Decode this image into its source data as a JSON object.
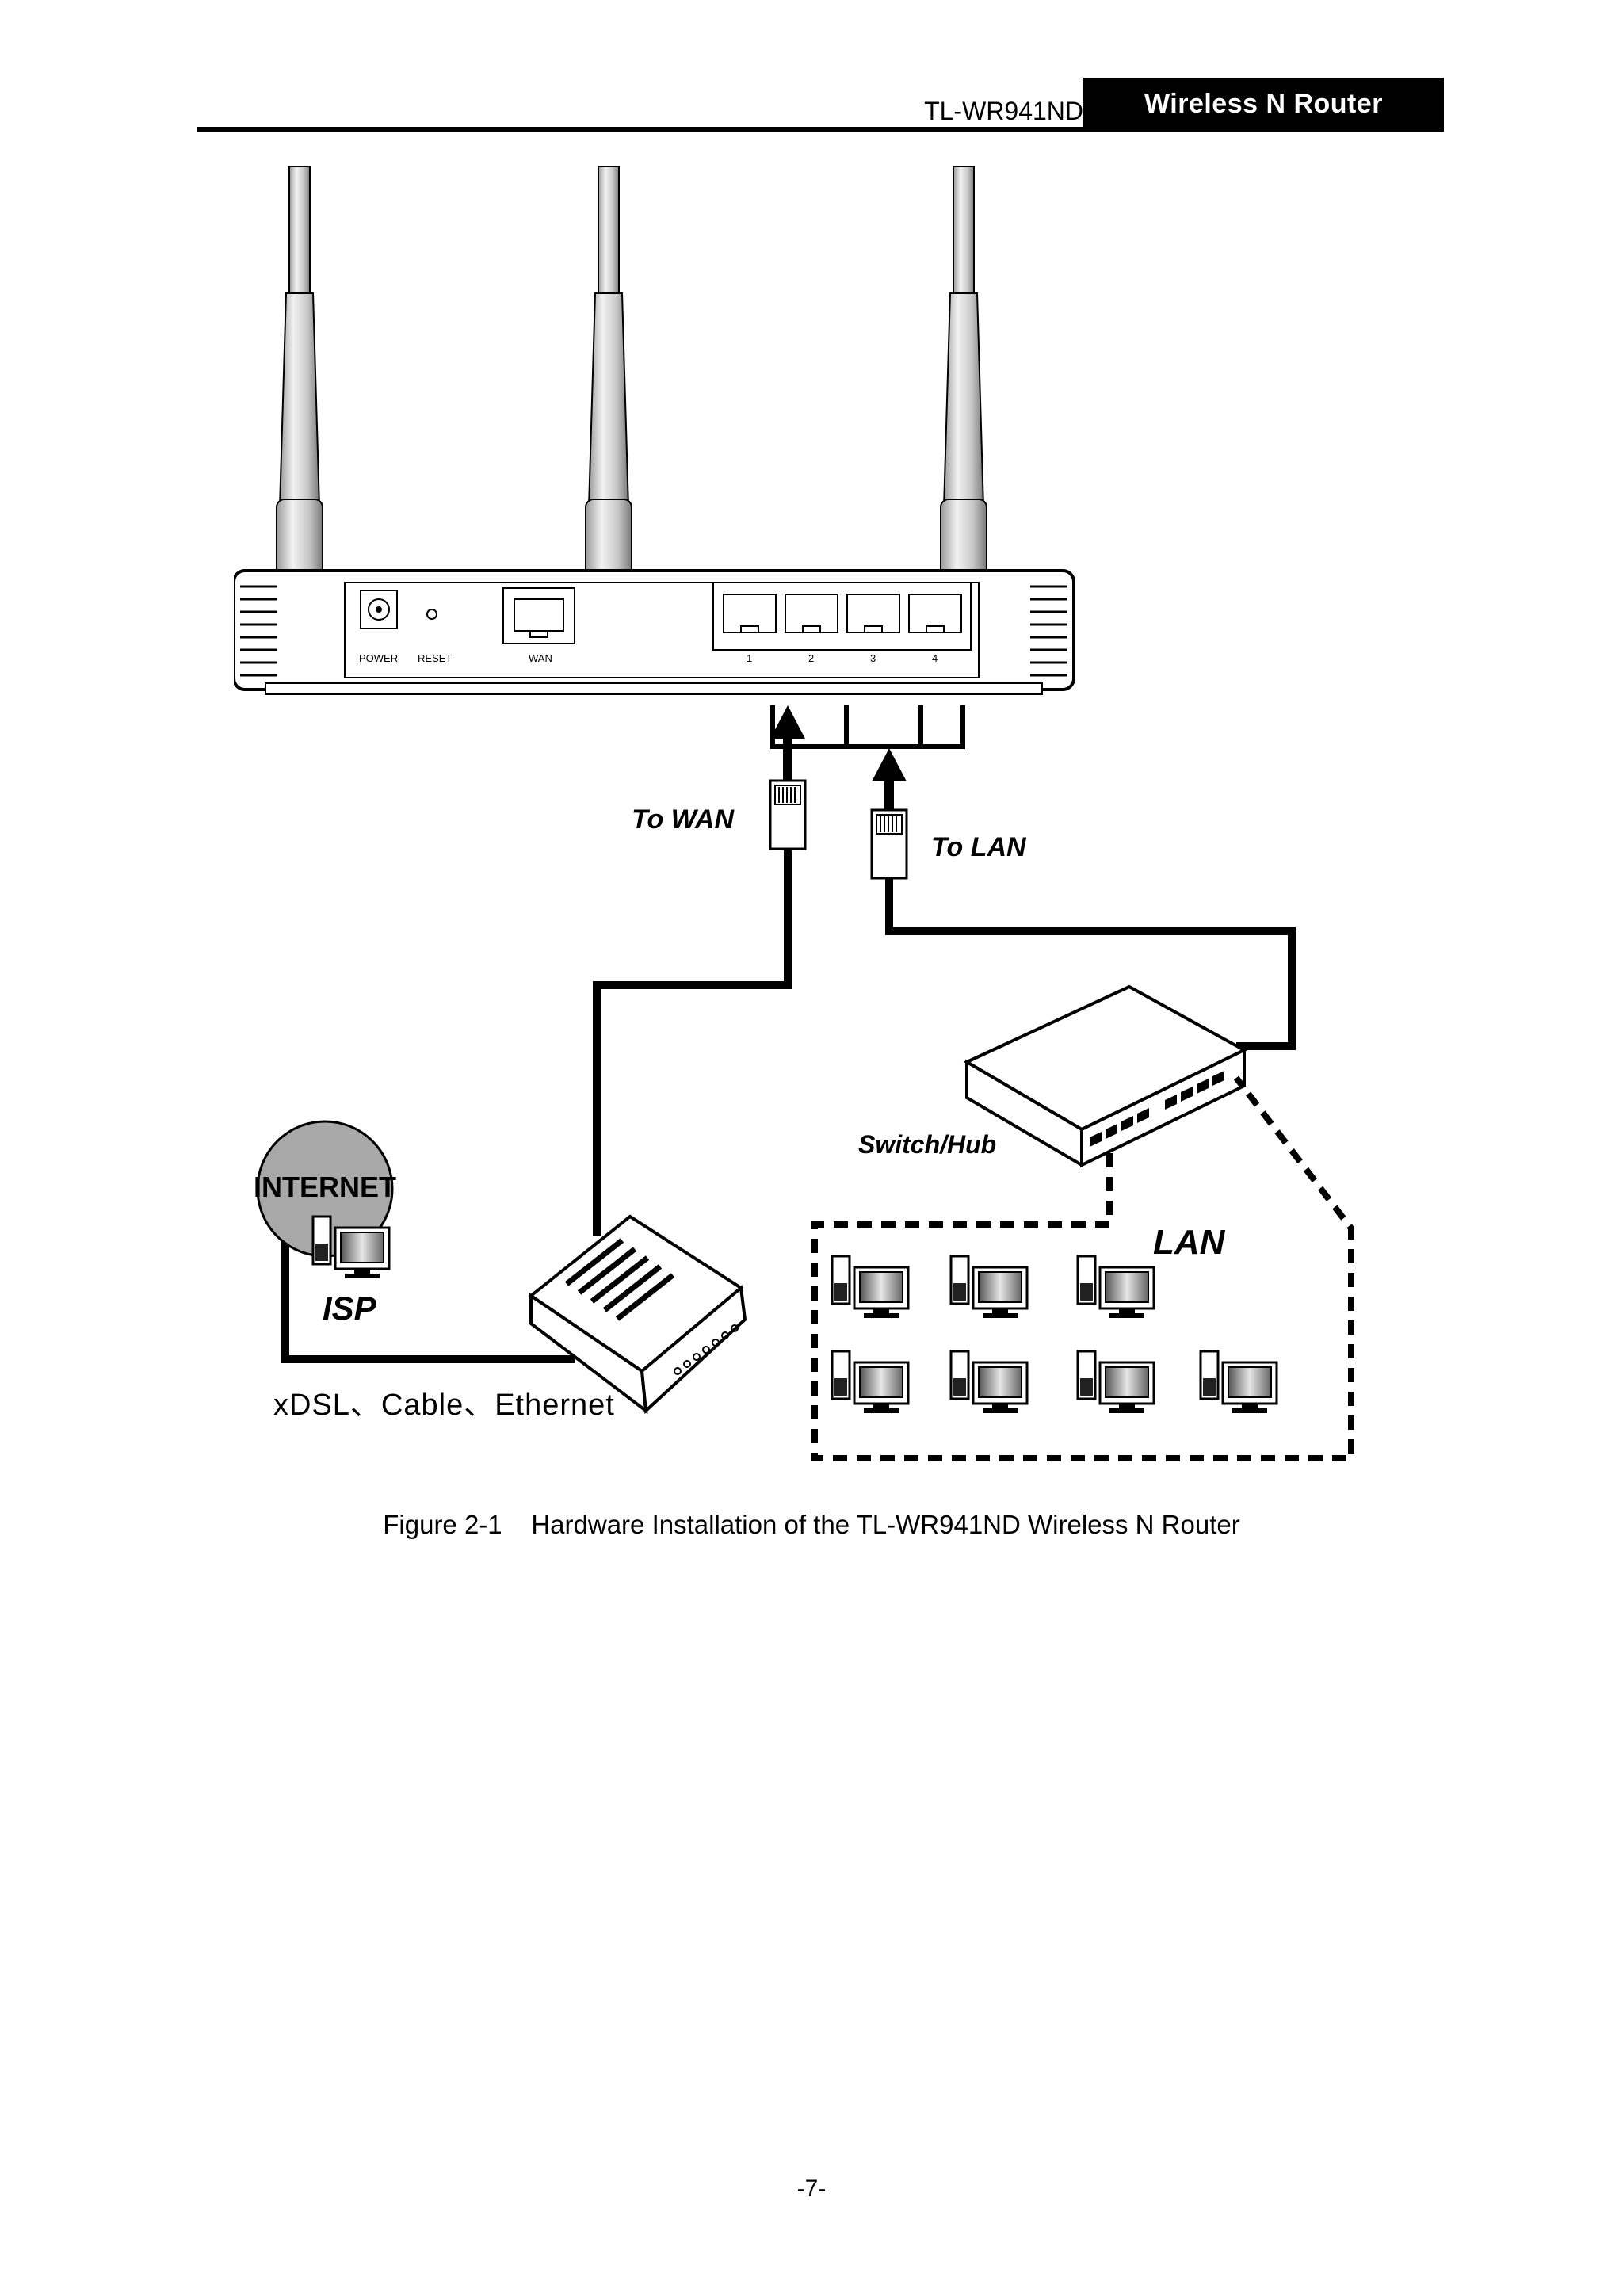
{
  "header": {
    "model": "TL-WR941ND",
    "product": "Wireless  N  Router"
  },
  "figure": {
    "router_ports": {
      "power": "POWER",
      "reset": "RESET",
      "wan": "WAN",
      "lan_numbers": [
        "1",
        "2",
        "3",
        "4"
      ]
    },
    "labels": {
      "to_wan": "To WAN",
      "to_lan": "To LAN",
      "switch_hub": "Switch/Hub",
      "internet": "INTERNET",
      "isp": "ISP",
      "lan": "LAN",
      "connection_types": "xDSL、Cable、Ethernet"
    }
  },
  "caption": {
    "number": "Figure 2-1",
    "text": "Hardware Installation of the TL-WR941ND Wireless N Router"
  },
  "page_number": "-7-"
}
